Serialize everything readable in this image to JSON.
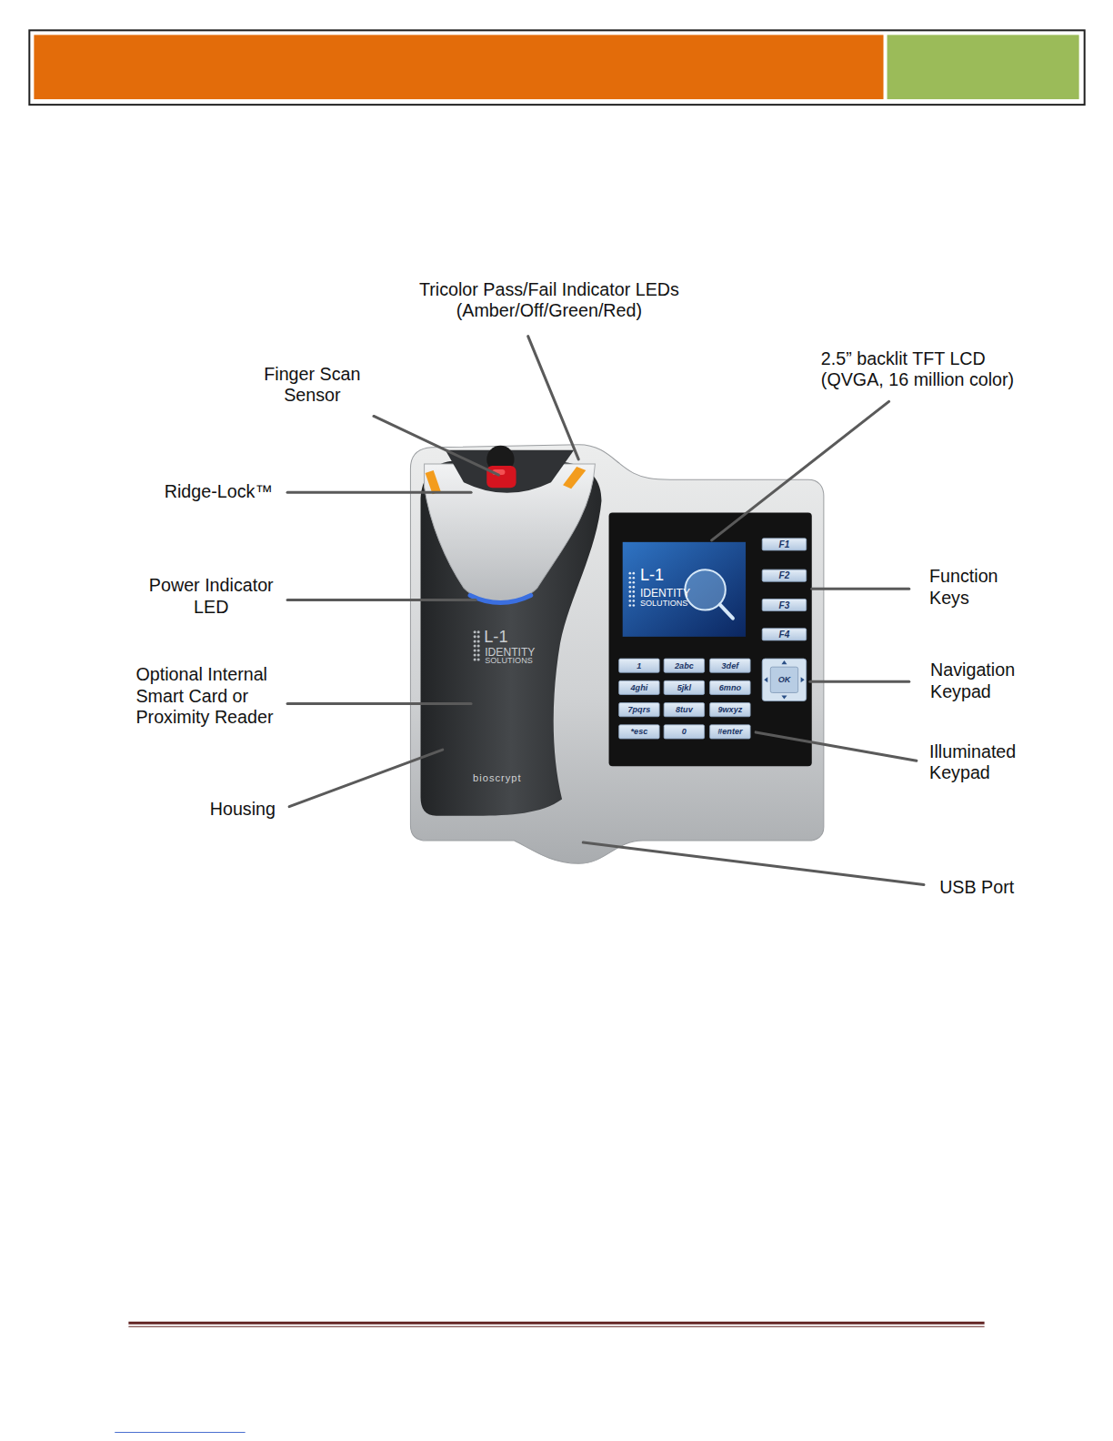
{
  "diagram": {
    "labels": [
      "Tricolor Pass/Fail Indicator LEDs (Amber/Off/Green/Red)",
      "Finger Scan Sensor",
      "2.5” backlit TFT LCD (QVGA, 16 million color)",
      "Ridge-Lock™",
      "Power Indicator LED",
      "Function Keys",
      "Navigation Keypad",
      "Optional Internal Smart Card or Proximity Reader",
      "Illuminated Keypad",
      "Housing",
      "USB Port",
      "L-1",
      "IDENTITY",
      "SOLUTIONS",
      "F1",
      "F2",
      "F3",
      "F4",
      "1",
      "2abc",
      "3def",
      "4ghi",
      "5jkl",
      "6mno",
      "7pqrs",
      "8tuv",
      "9wxyz",
      "*esc",
      "0",
      "#enter",
      "OK",
      "L-1",
      "IDENTITY",
      "SOLUTIONS",
      "bioscrypt"
    ]
  }
}
